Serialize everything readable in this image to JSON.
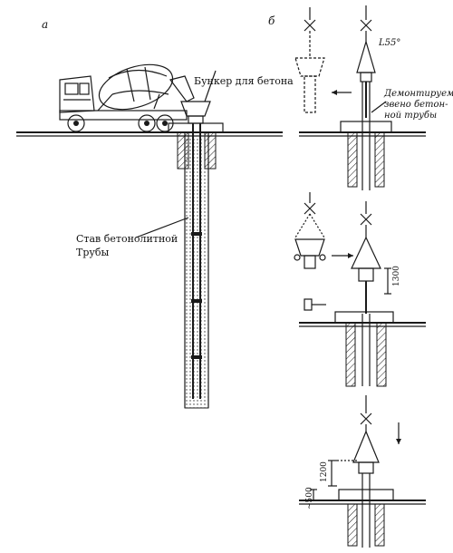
{
  "panels": {
    "a": "а",
    "b": "б"
  },
  "labels": {
    "hopper": "Бункер для бетона",
    "pipe_string_line1": "Став бетонолитной",
    "pipe_string_line2": "Трубы",
    "dismantle_line1": "Демонтируемое",
    "dismantle_line2": "звено бетон-",
    "dismantle_line3": "ной трубы",
    "angle": "L55°",
    "dim_1300": "1300",
    "dim_1200": "1200",
    "dim_500": "~500"
  }
}
